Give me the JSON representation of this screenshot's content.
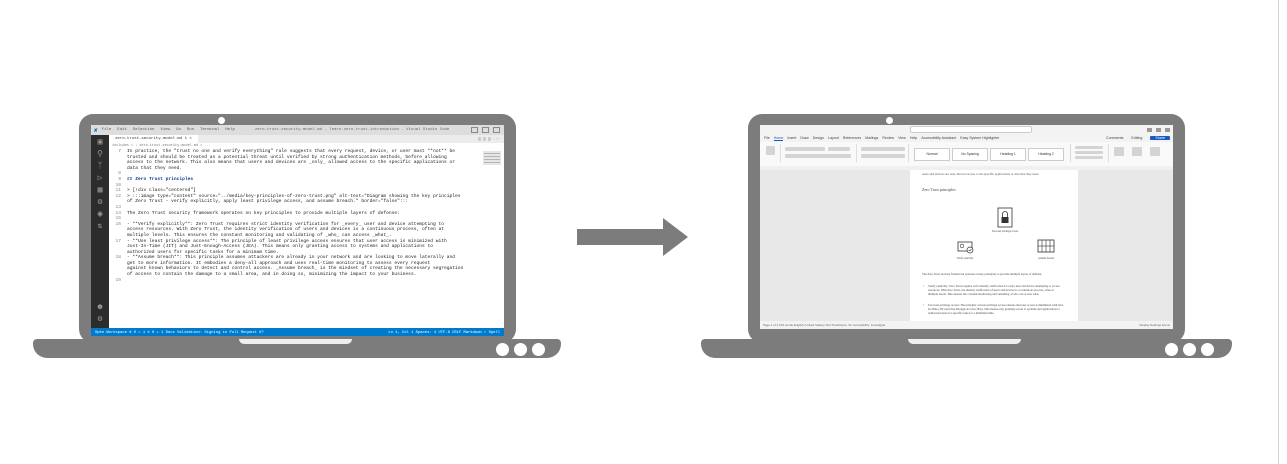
{
  "left_laptop": {
    "title_bar": {
      "menu": [
        "File",
        "Edit",
        "Selection",
        "View",
        "Go",
        "Run",
        "Terminal",
        "Help"
      ],
      "window_title": "zero-trust-security-model.md - learn-zero-trust-introduction - Visual Studio Code"
    },
    "tab_label": "zero-trust-security-model.md 1 ×",
    "breadcrumb": "includes > ↓ zero-trust-security-model.md > ...",
    "code_lines": [
      {
        "n": "7",
        "text": "In practice, the \"trust no one and verify everything\" rule suggests that every request, device, or user must **not** be"
      },
      {
        "n": "",
        "text": "trusted and should be treated as a potential threat until verified by strong authentication methods, before allowing"
      },
      {
        "n": "",
        "text": "access to the network. This also means that users and devices are _only_ allowed access to the specific applications or"
      },
      {
        "n": "",
        "text": "data that they need."
      },
      {
        "n": "8",
        "text": ""
      },
      {
        "n": "9",
        "text": "## Zero Trust principles"
      },
      {
        "n": "10",
        "text": ""
      },
      {
        "n": "11",
        "text": "> [!div class=\"centered\"]"
      },
      {
        "n": "12",
        "text": "> :::image type=\"content\" source=\"../media/key-principles-of-zero-trust.png\" alt-text=\"Diagram showing the key principles"
      },
      {
        "n": "",
        "text": "of Zero Trust - verify explicitly, apply least privilege access, and assume breach.\" border=\"false\":::"
      },
      {
        "n": "13",
        "text": ""
      },
      {
        "n": "14",
        "text": "The Zero Trust security framework operates on key principles to provide multiple layers of defense:"
      },
      {
        "n": "15",
        "text": ""
      },
      {
        "n": "16",
        "text": "- **Verify explicitly**: Zero Trust requires strict identity verification for _every_ user and device attempting to"
      },
      {
        "n": "",
        "text": "access resources. With Zero Trust, the identity verification of users and devices is a continuous process, often at"
      },
      {
        "n": "",
        "text": "multiple levels. This ensures the constant monitoring and validating of _who_ can access _what_."
      },
      {
        "n": "17",
        "text": "- **Use least privilege access**: The principle of least privilege access ensures that user access is minimized with"
      },
      {
        "n": "",
        "text": "Just-In-Time (JIT) and Just-Enough-Access (JEA). This means only granting access to systems and applications to"
      },
      {
        "n": "",
        "text": "authorized users for specific tasks for a minimum time."
      },
      {
        "n": "18",
        "text": "- **Assume breach**: This principle assumes attackers are already in your network and are looking to move laterally and"
      },
      {
        "n": "",
        "text": "get to more information. It embodies a deny-all approach and uses real-time monitoring to assess every request"
      },
      {
        "n": "",
        "text": "against known behaviors to detect and control access. _Assume breach_ is the mindset of creating the necessary segregation"
      },
      {
        "n": "",
        "text": "of access to contain the damage to a small area, and in doing so, minimizing the impact to your business."
      },
      {
        "n": "19",
        "text": ""
      }
    ],
    "status_left": "Open Workspace   ⊗ 0 ⚠ 1   ⊙ 0 ⚠ 1   Docs Validation: Signing in   Pull Request #?",
    "status_right": "Ln 1, Col 1   Spaces: 4   UTF-8   CRLF   Markdown   ✓ Spell"
  },
  "right_laptop": {
    "ribbon_tabs": [
      "File",
      "Home",
      "Insert",
      "Draw",
      "Design",
      "Layout",
      "References",
      "Mailings",
      "Review",
      "View",
      "Help",
      "Accessibility Assistant",
      "Easy System Highlighter"
    ],
    "ribbon_actions": [
      "Comments",
      "Editing",
      "Share"
    ],
    "styles": [
      "Normal",
      "No Spacing",
      "Heading 1",
      "Heading 2"
    ],
    "page_top_text": "users and devices are only allowed access to the specific applications or data that they need.",
    "heading": "Zero Trust principles",
    "diagram_labels": {
      "top": "Use least privilege access",
      "left": "Verify explicitly",
      "right": "Assume breach"
    },
    "intro_para": "The Zero Trust security framework operates on key principles to provide multiple layers of defense:",
    "bullets": [
      "Verify explicitly: Zero Trust requires strict identity verification for every user and device attempting to access resources. With Zero Trust, the identity verification of users and devices is a continuous process, often at multiple levels. This ensures the constant monitoring and validating of who can access what.",
      "Use least privilege access: The principle of least privilege access ensures that user access is minimized with Just-In-Time (JIT) and Just-Enough-Access (JEA). This means only granting access to systems and applications to authorized users for specific tasks for a minimum time."
    ],
    "status_left": "Page 1 of 2   531 words   English (United States)   Text Predictions: On   Accessibility: Investigate",
    "status_right": "Display Settings   Focus"
  }
}
